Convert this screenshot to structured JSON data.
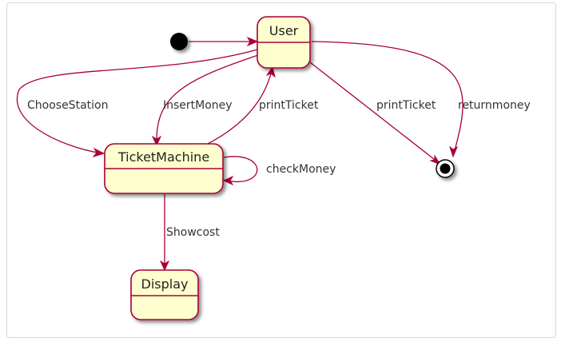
{
  "diagram": {
    "colors": {
      "state_fill": "#FEFECE",
      "state_border": "#A80036",
      "edge": "#A80036",
      "start": "#000000"
    },
    "states": {
      "user": "User",
      "ticket_machine": "TicketMachine",
      "display": "Display"
    },
    "transitions": {
      "choose_station": "ChooseStation",
      "insert_money": "InsertMoney",
      "print_ticket_to_user": "printTicket",
      "print_ticket_to_end": "printTicket",
      "return_money": "returnmoney",
      "check_money": "checkMoney",
      "show_cost": "Showcost"
    }
  }
}
